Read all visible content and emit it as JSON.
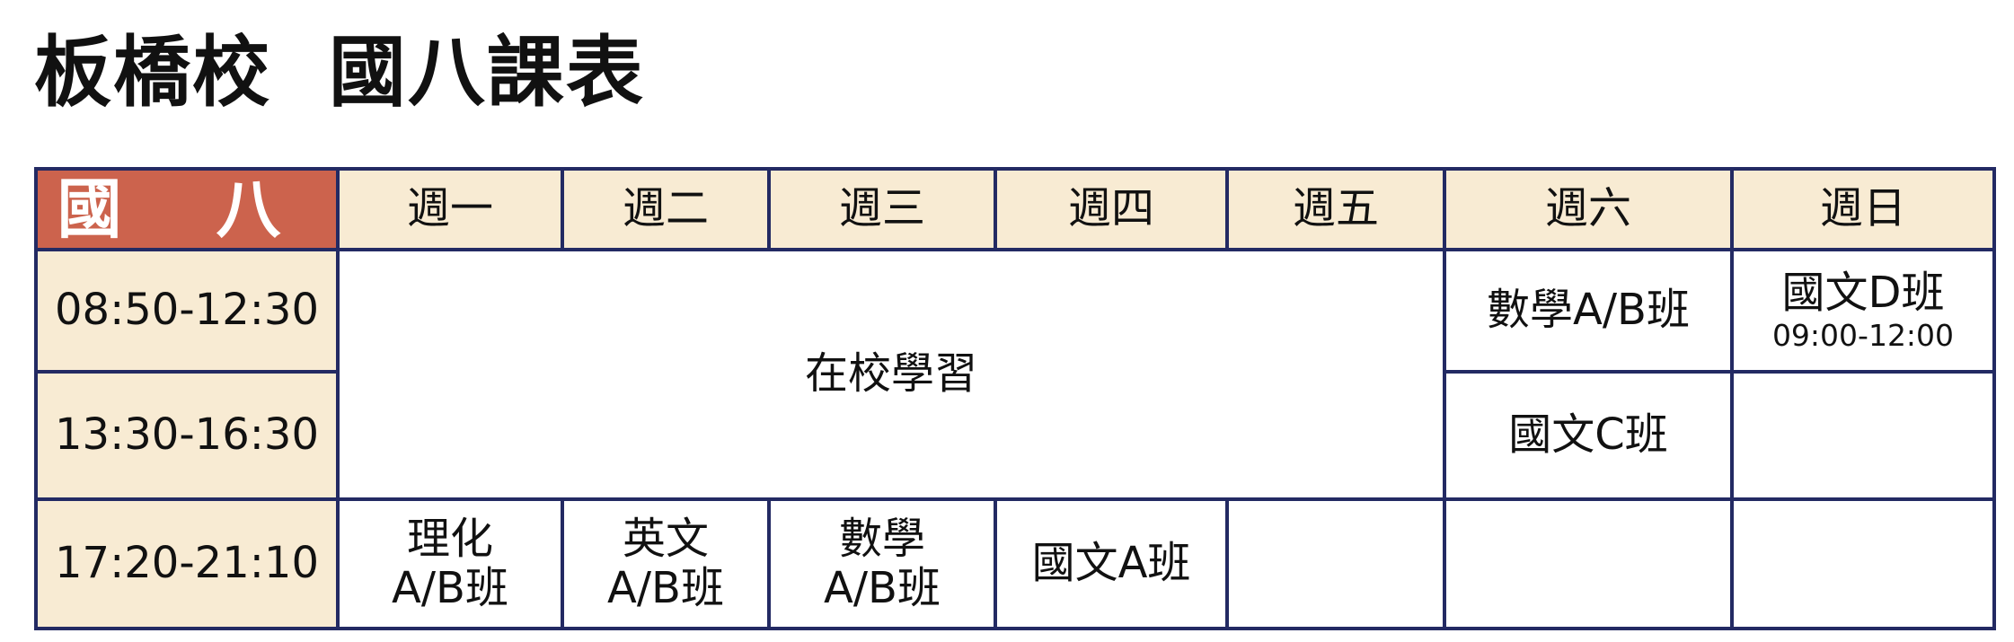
{
  "page_title": "板橋校  國八課表",
  "schedule": {
    "corner_label": "國 八",
    "days": [
      "週一",
      "週二",
      "週三",
      "週四",
      "週五",
      "週六",
      "週日"
    ],
    "times": [
      "08:50-12:30",
      "13:30-16:30",
      "17:20-21:10"
    ],
    "in_school": "在校學習",
    "sat_morning": "數學A/B班",
    "sun_morning": "國文D班",
    "sun_morning_time": "09:00-12:00",
    "sat_afternoon": "國文C班",
    "evening": {
      "mon": [
        "理化",
        "A/B班"
      ],
      "tue": [
        "英文",
        "A/B班"
      ],
      "wed": [
        "數學",
        "A/B班"
      ],
      "thu": "國文A班"
    }
  },
  "colors": {
    "header_accent": "#cc634d",
    "header_bg": "#f8ebd3",
    "border": "#232a63"
  }
}
